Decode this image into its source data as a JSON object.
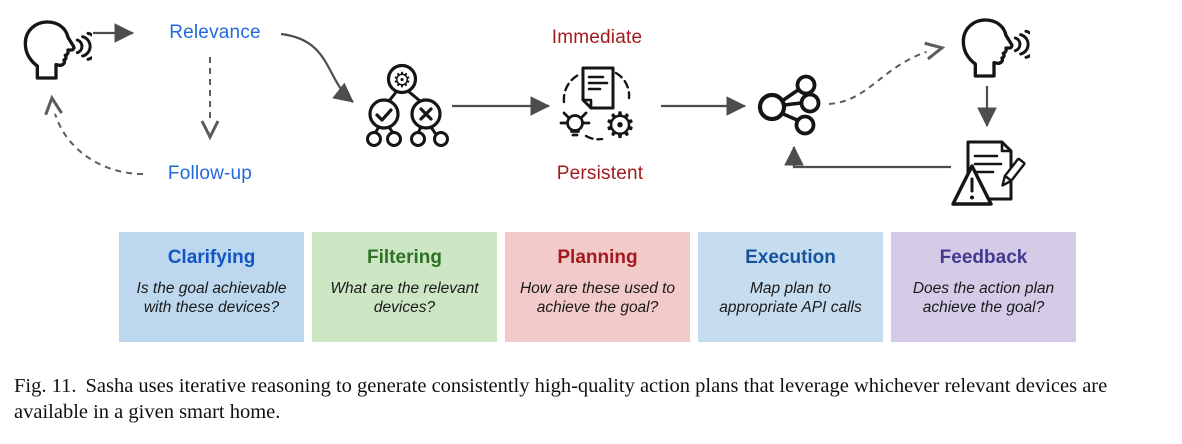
{
  "colors": {
    "label_blue": "#2368DF",
    "label_red": "#A31A1D",
    "arrow_gray": "#4D4D4D",
    "icon_black": "#151515"
  },
  "diagram": {
    "labels": {
      "relevance": "Relevance",
      "follow_up": "Follow-up",
      "immediate": "Immediate",
      "persistent": "Persistent"
    },
    "icons": [
      "speaking-head-icon",
      "decision-tree-gear-icon",
      "plan-document-bulb-gear-icon",
      "network-share-icon",
      "speaking-head-icon",
      "error-report-warning-icon"
    ]
  },
  "stages": [
    {
      "title": "Clarifying",
      "question": "Is the goal achievable\nwith these devices?",
      "bg": "#BDD8EE",
      "title_color": "#1155C4"
    },
    {
      "title": "Filtering",
      "question": "What are the relevant\ndevices?",
      "bg": "#CDE6C4",
      "title_color": "#2F7227"
    },
    {
      "title": "Planning",
      "question": "How are these used to\nachieve the goal?",
      "bg": "#F2CACA",
      "title_color": "#A31A1D"
    },
    {
      "title": "Execution",
      "question": "Map plan to\nappropriate API calls",
      "bg": "#C6DDEF",
      "title_color": "#15539E"
    },
    {
      "title": "Feedback",
      "question": "Does the action plan\nachieve the goal?",
      "bg": "#D4CCE7",
      "title_color": "#46398F"
    }
  ],
  "caption": {
    "tag": "Fig. 11.",
    "text": "Sasha uses iterative reasoning to generate consistently high-quality action plans that leverage whichever relevant devices are available in a given smart home."
  }
}
